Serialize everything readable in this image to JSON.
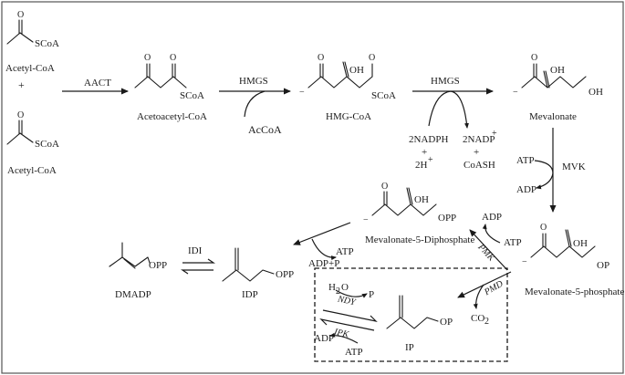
{
  "compounds": {
    "acetyl_coa_1": {
      "label": "Acetyl-CoA",
      "group": "SCoA"
    },
    "plus_main": "+",
    "acetyl_coa_2": {
      "label": "Acetyl-CoA",
      "group": "SCoA"
    },
    "acetoacetyl_coa": {
      "label": "Acetoacetyl-CoA",
      "group": "SCoA"
    },
    "hmg_coa": {
      "label": "HMG-CoA",
      "group": "SCoA",
      "oh": "OH",
      "charge": "−",
      "o": "O"
    },
    "mevalonate": {
      "label": "Mevalonate",
      "oh1": "OH",
      "oh2": "OH",
      "charge": "−",
      "o": "O"
    },
    "mevalonate_5_phosphate": {
      "label": "Mevalonate-5-phosphate",
      "oh": "OH",
      "group": "OP",
      "charge": "−",
      "o": "O"
    },
    "mevalonate_5_diphosphate": {
      "label": "Mevalonate-5-Diphosphate",
      "oh": "OH",
      "group": "OPP",
      "charge": "−",
      "o": "O"
    },
    "ip": {
      "label": "IP",
      "group": "OP"
    },
    "idp": {
      "label": "IDP",
      "group": "OPP"
    },
    "dmadp": {
      "label": "DMADP",
      "group": "OPP"
    }
  },
  "enzymes": {
    "aact": "AACT",
    "hmgs_1": "HMGS",
    "hmgs_2": "HMGS",
    "mvk": "MVK",
    "pmk": "PMK",
    "pmd": "PMD",
    "idi": "IDI",
    "ndy": "NDY",
    "ipk": "IPK"
  },
  "cofactors": {
    "accoa": "AcCoA",
    "nadph": "2NADPH",
    "nadp": "2NADP",
    "nadp_sup": "+",
    "plus1": "+",
    "plus2": "+",
    "h": "2H",
    "h_sup": "+",
    "coash": "CoASH",
    "mvk_atp": "ATP",
    "mvk_adp": "ADP",
    "pmk_adp": "ADP",
    "pmk_atp": "ATP",
    "pmd_atp": "ATP",
    "pmd_adpp": "ADP+P",
    "co2": "CO",
    "co2_sub": "2",
    "h2o": "H",
    "h2o_sub": "2",
    "h2o_o": "O",
    "ndy_p": "P",
    "ipk_adp": "ADP",
    "ipk_atp": "ATP"
  }
}
